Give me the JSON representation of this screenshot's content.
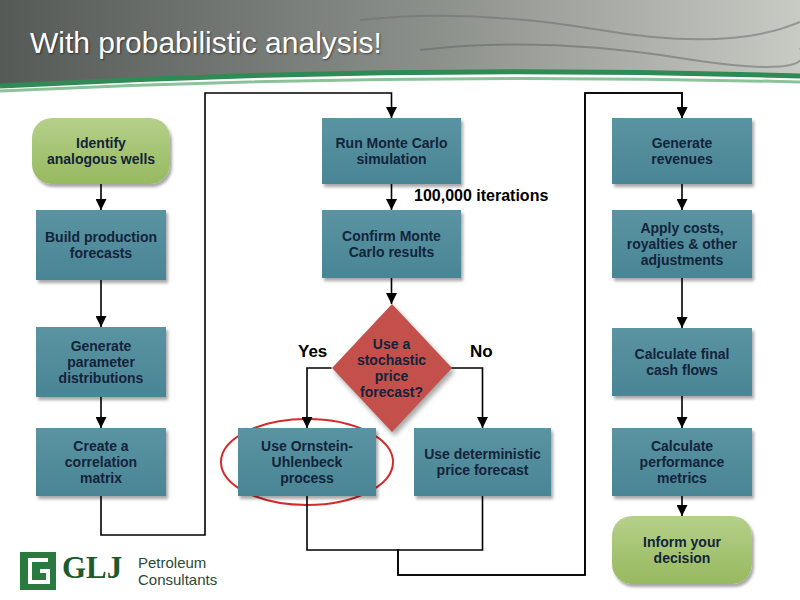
{
  "diagram": {
    "title": "With probabilistic analysis!",
    "nodes": [
      {
        "text": [
          "Identify analogous wells"
        ]
      },
      {
        "text": [
          "Build production forecasts"
        ]
      },
      {
        "text": [
          "Generate parameter distributions"
        ]
      },
      {
        "text": [
          "Create a correlation matrix"
        ]
      },
      {
        "text": [
          "Run Monte Carlo simulation"
        ]
      },
      {
        "text": [
          "Confirm Monte Carlo results"
        ]
      },
      {
        "text": [
          "Use a stochastic price forecast?"
        ]
      },
      {
        "text": [
          "Use Ornstein-Uhlenbeck process"
        ]
      },
      {
        "text": [
          "Use deterministic price forecast"
        ]
      },
      {
        "text": [
          "Generate revenues"
        ]
      },
      {
        "text": [
          "Apply costs, royalties & other adjustments"
        ]
      },
      {
        "text": [
          "Calculate final cash flows"
        ]
      },
      {
        "text": [
          "Calculate performance metrics"
        ]
      },
      {
        "text": [
          "Inform your decision"
        ]
      }
    ],
    "edges": [
      {
        "from": 0,
        "to": 1,
        "arrow": "to"
      },
      {
        "from": 1,
        "to": 2,
        "arrow": "to"
      },
      {
        "from": 2,
        "to": 3,
        "arrow": "to"
      },
      {
        "from": 3,
        "to": 4,
        "arrow": "to"
      },
      {
        "from": 4,
        "to": 5,
        "label": "100,000 iterations",
        "arrow": "to"
      },
      {
        "from": 5,
        "to": 6,
        "arrow": "to"
      },
      {
        "from": 6,
        "to": 7,
        "label": "Yes",
        "arrow": "to"
      },
      {
        "from": 6,
        "to": 8,
        "label": "No",
        "arrow": "to"
      },
      {
        "from": 7,
        "to": 9,
        "arrow": "to"
      },
      {
        "from": 8,
        "to": 9,
        "arrow": "to"
      },
      {
        "from": 9,
        "to": 10,
        "arrow": "to"
      },
      {
        "from": 10,
        "to": 11,
        "arrow": "to"
      },
      {
        "from": 11,
        "to": 12,
        "arrow": "to"
      },
      {
        "from": 12,
        "to": 13,
        "arrow": "to"
      }
    ],
    "labels": [
      "GLJ",
      "Petroleum",
      "Consultants"
    ]
  }
}
